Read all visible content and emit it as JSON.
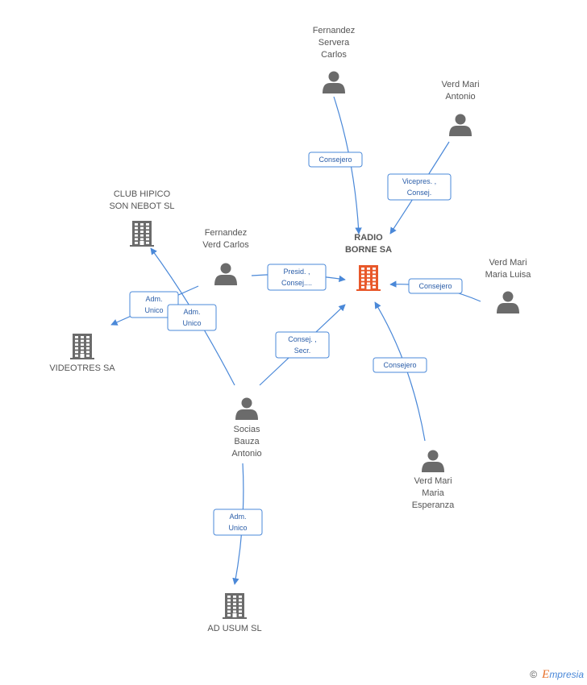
{
  "colors": {
    "edge": "#4a88d8",
    "node_gray": "#6b6b6b",
    "node_main": "#e8582a",
    "label": "#555555"
  },
  "nodes": [
    {
      "id": "radio",
      "type": "company",
      "main": true,
      "lines": [
        "RADIO",
        "BORNE SA"
      ]
    },
    {
      "id": "fsc",
      "type": "person",
      "lines": [
        "Fernandez",
        "Servera",
        "Carlos"
      ]
    },
    {
      "id": "vma",
      "type": "person",
      "lines": [
        "Verd Mari",
        "Antonio"
      ]
    },
    {
      "id": "club",
      "type": "company",
      "lines": [
        "CLUB HIPICO",
        "SON NEBOT SL"
      ]
    },
    {
      "id": "fvc",
      "type": "person",
      "lines": [
        "Fernandez",
        "Verd Carlos"
      ]
    },
    {
      "id": "vmml",
      "type": "person",
      "lines": [
        "Verd Mari",
        "Maria Luisa"
      ]
    },
    {
      "id": "video",
      "type": "company",
      "lines": [
        "VIDEOTRES SA"
      ]
    },
    {
      "id": "sba",
      "type": "person",
      "lines": [
        "Socias",
        "Bauza",
        "Antonio"
      ]
    },
    {
      "id": "vmme",
      "type": "person",
      "lines": [
        "Verd Mari",
        "Maria",
        "Esperanza"
      ]
    },
    {
      "id": "adusum",
      "type": "company",
      "lines": [
        "AD USUM SL"
      ]
    }
  ],
  "edges": [
    {
      "from": "fsc",
      "to": "radio",
      "lines": [
        "Consejero"
      ]
    },
    {
      "from": "vma",
      "to": "radio",
      "lines": [
        "Vicepres. ,",
        "Consej."
      ]
    },
    {
      "from": "fvc",
      "to": "radio",
      "lines": [
        "Presid. ,",
        "Consej...."
      ]
    },
    {
      "from": "vmml",
      "to": "radio",
      "lines": [
        "Consejero"
      ]
    },
    {
      "from": "sba",
      "to": "radio",
      "lines": [
        "Consej. ,",
        "Secr."
      ]
    },
    {
      "from": "vmme",
      "to": "radio",
      "lines": [
        "Consejero"
      ]
    },
    {
      "from": "fvc",
      "to": "video",
      "lines": [
        "Adm.",
        "Unico"
      ]
    },
    {
      "from": "sba",
      "to": "club",
      "lines": [
        "Adm.",
        "Unico"
      ]
    },
    {
      "from": "sba",
      "to": "adusum",
      "lines": [
        "Adm.",
        "Unico"
      ]
    }
  ],
  "footer": {
    "copyright": "©",
    "brand_initial": "E",
    "brand_rest": "mpresia"
  }
}
